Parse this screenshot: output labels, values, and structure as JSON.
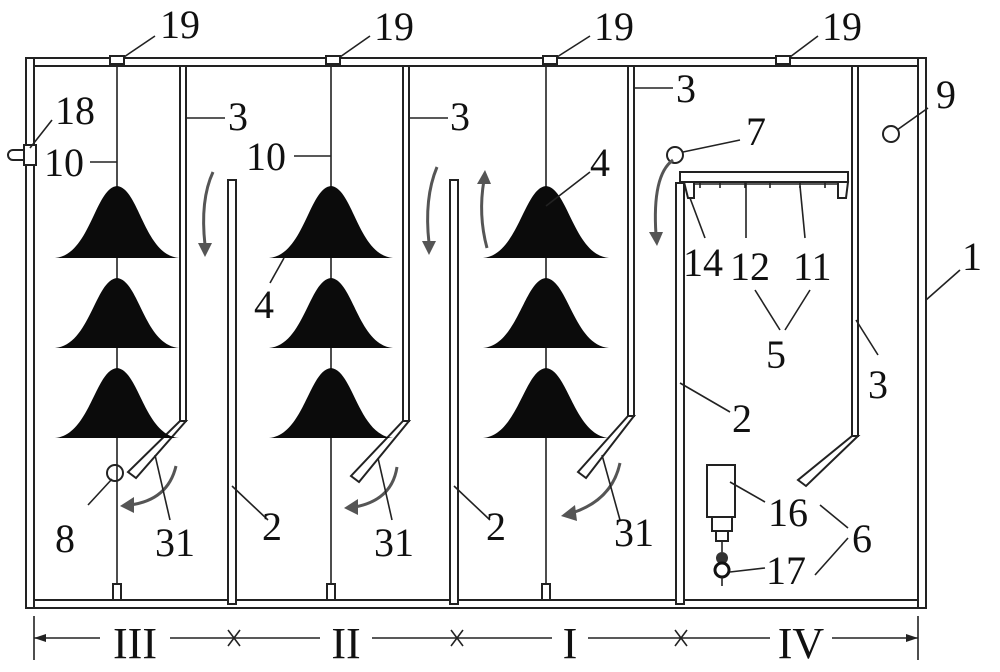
{
  "labels": {
    "tank": "1",
    "baffle": "2",
    "guide_plate": "3",
    "filler": "4",
    "assembly_5": "5",
    "assembly_6": "6",
    "inlet": "7",
    "outlet_8": "8",
    "port_9": "9",
    "rod": "10",
    "part_11": "11",
    "part_12": "12",
    "part_14": "14",
    "part_16": "16",
    "part_17": "17",
    "port_18": "18",
    "top_port": "19",
    "deflector": "31"
  },
  "zones": [
    "III",
    "II",
    "I",
    "IV"
  ]
}
